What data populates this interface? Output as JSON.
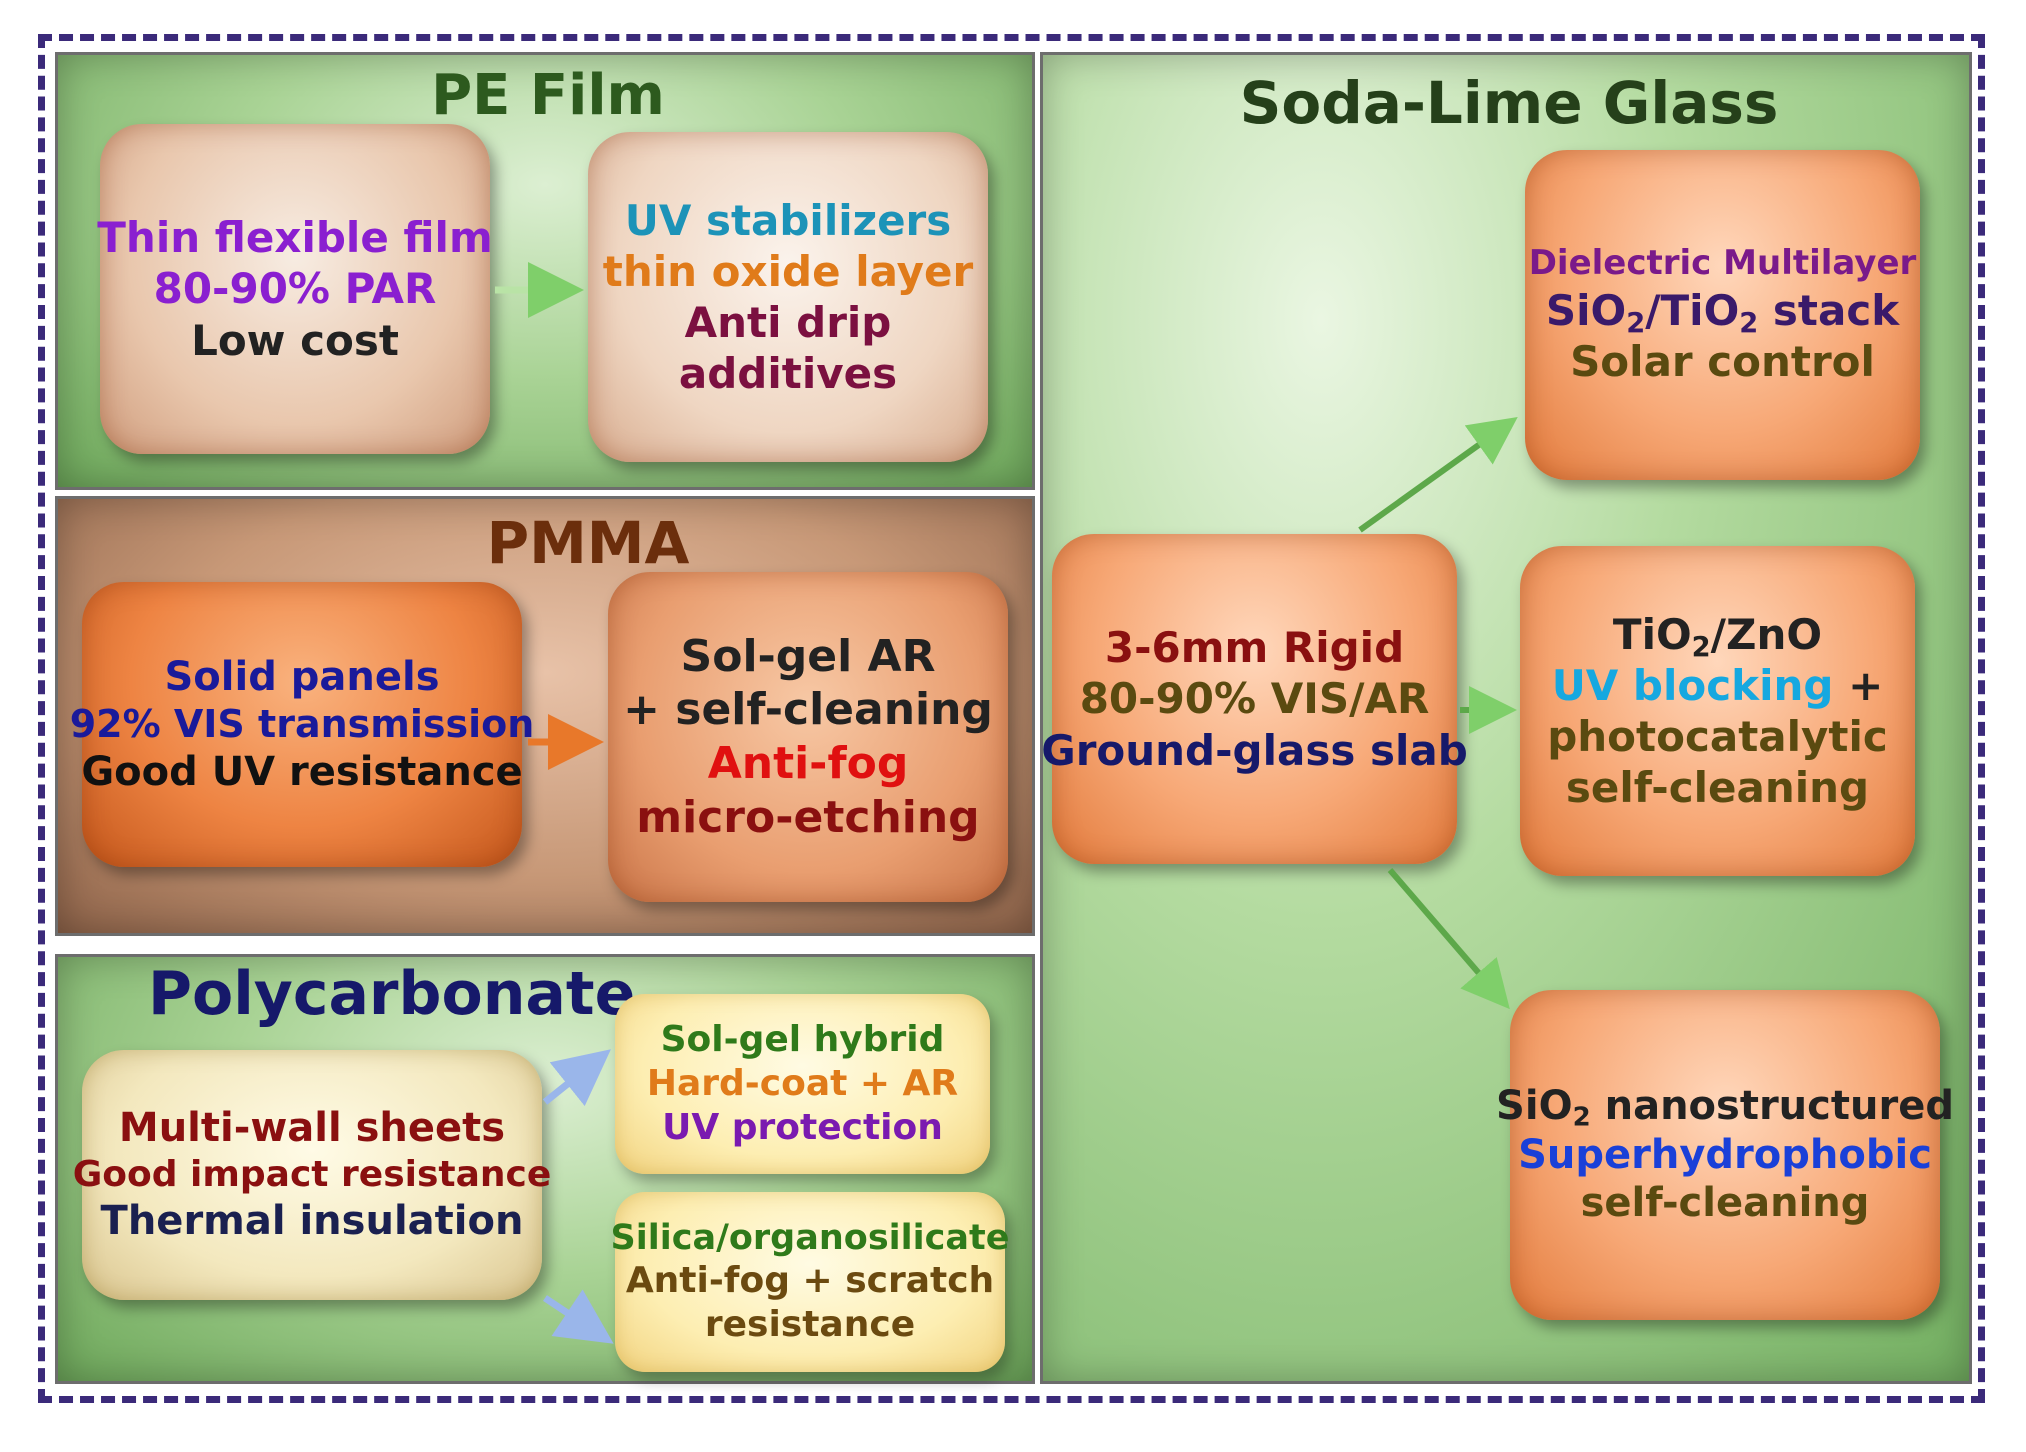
{
  "pe": {
    "title": "PE Film",
    "box1": [
      "Thin flexible film",
      "80-90% PAR",
      "Low cost"
    ],
    "box2": [
      "UV stabilizers",
      "thin oxide layer",
      "Anti drip",
      "additives"
    ]
  },
  "pmma": {
    "title": "PMMA",
    "box1": [
      "Solid panels",
      "92% VIS transmission",
      "Good UV resistance"
    ],
    "box2": [
      "Sol-gel AR",
      "+ self-cleaning",
      "Anti-fog",
      "micro-etching"
    ]
  },
  "pc": {
    "title": "Polycarbonate",
    "box1": [
      "Multi-wall sheets",
      "Good impact resistance",
      "Thermal insulation"
    ],
    "box2": [
      "Sol-gel hybrid",
      "Hard-coat + AR",
      "UV protection"
    ],
    "box3": [
      "Silica/organosilicate",
      "Anti-fog + scratch",
      "resistance"
    ]
  },
  "glass": {
    "title": "Soda-Lime Glass",
    "center": [
      "3-6mm Rigid",
      "80-90% VIS/AR",
      "Ground-glass slab"
    ],
    "top": {
      "l1": "Dielectric Multilayer",
      "l2_a": "SiO",
      "l2_b": "2",
      "l2_c": "/TiO",
      "l2_d": "2",
      "l2_e": " stack",
      "l3": "Solar control"
    },
    "mid": {
      "l1_a": "TiO",
      "l1_b": "2",
      "l1_c": "/ZnO",
      "l2_a": "UV blocking",
      "l2_b": " +",
      "l3": "photocatalytic",
      "l4": "self-cleaning"
    },
    "bottom": {
      "l1_a": "SiO",
      "l1_b": "2",
      "l1_c": " nanostructured",
      "l2": "Superhydrophobic",
      "l3": "self-cleaning"
    }
  },
  "colors": {
    "purple": "#8a1fd0",
    "teal": "#1c93b8",
    "orange": "#e07b1a",
    "maroon": "#7b1040",
    "navy": "#1a1a9a",
    "red": "#e01010",
    "darkred": "#8a1010",
    "green": "#2f7a1a",
    "darkgreen": "#2c4a18",
    "olive": "#5a4a10",
    "cyan": "#15a8e0",
    "blue": "#1a40d8"
  }
}
